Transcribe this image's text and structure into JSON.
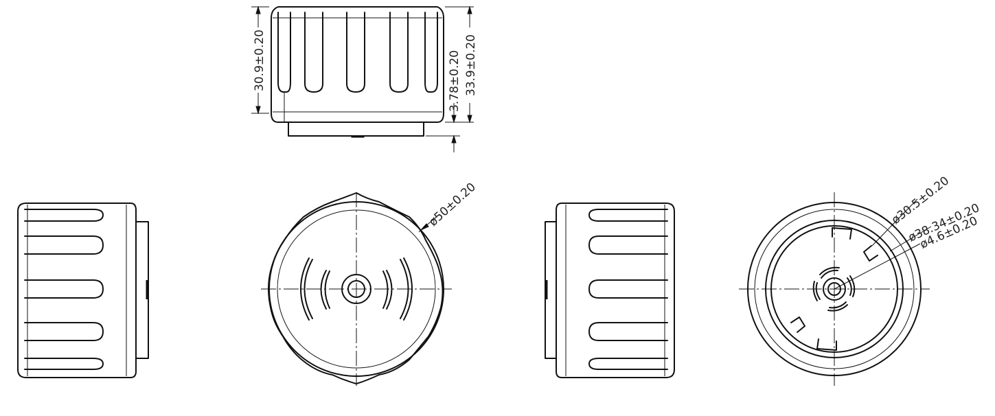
{
  "dimensions": {
    "top_height": "30.9±0.20",
    "top_total": "33.9±0.20",
    "top_step": "3.78±0.20",
    "front_diameter": "ø50±0.20",
    "back_d1": "ø30.5±0.20",
    "back_d2": "ø38.34±0.20",
    "back_d3": "ø4.6±0.20"
  },
  "colors": {
    "line": "#111111",
    "background": "#ffffff"
  }
}
